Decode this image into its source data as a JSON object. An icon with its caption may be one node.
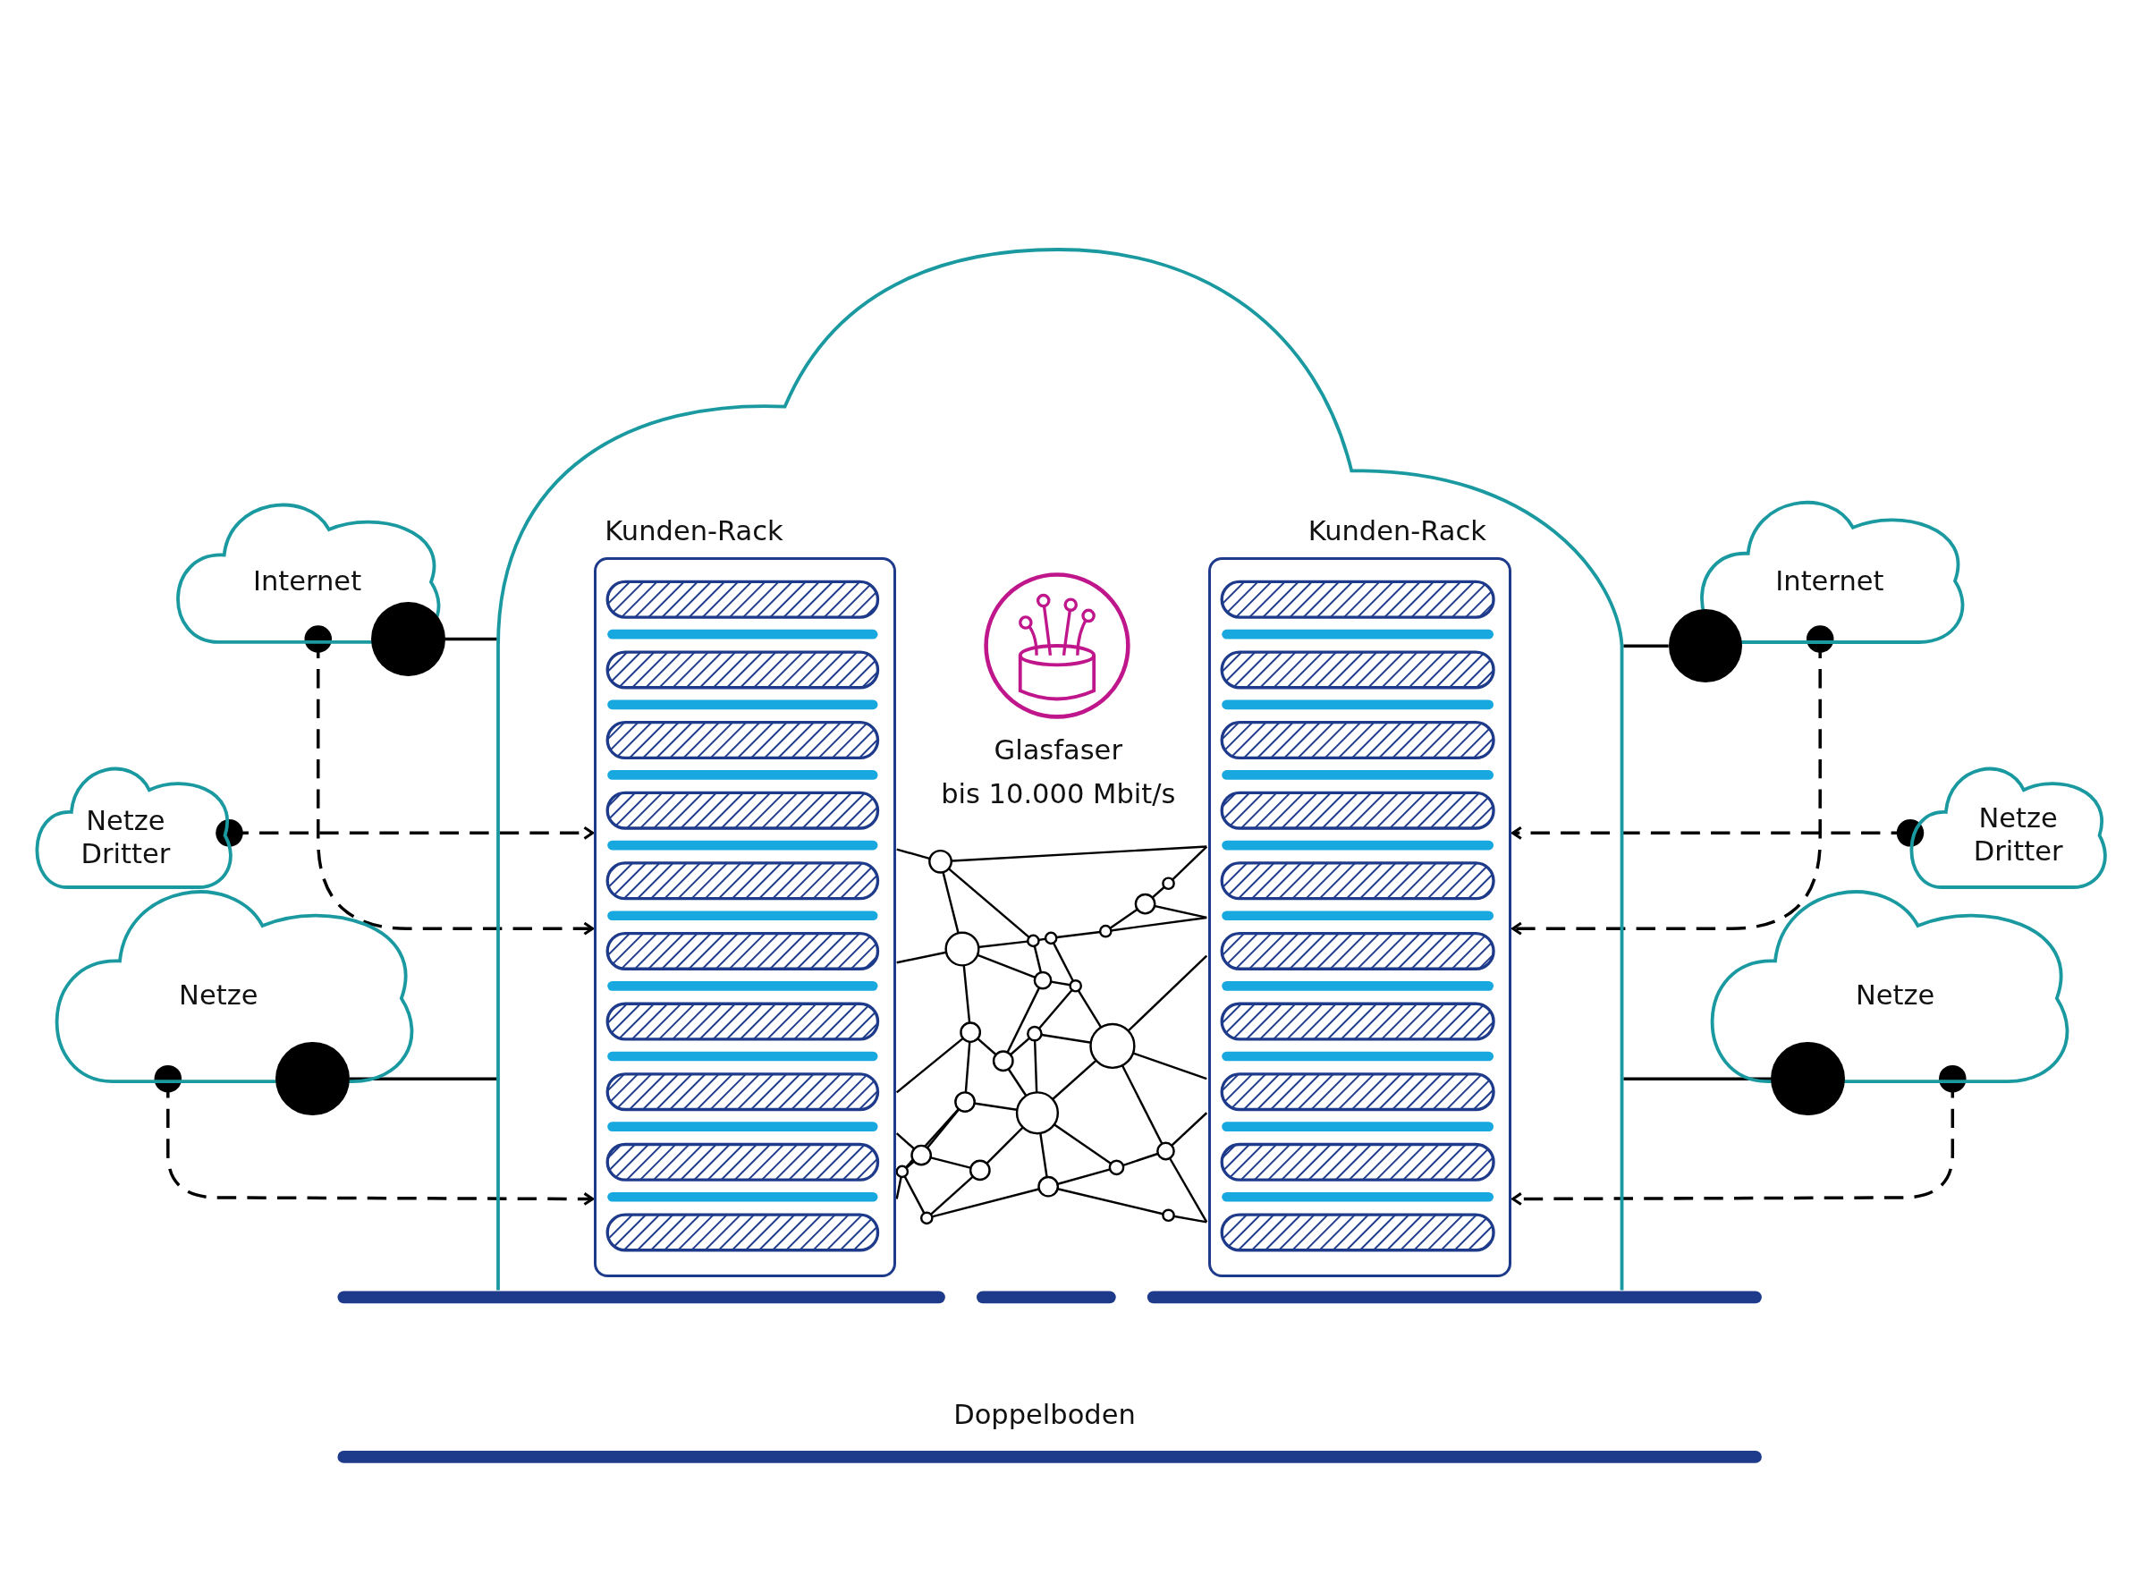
{
  "diagram": {
    "nodes": [
      {
        "text": [],
        "shape": "cloud"
      },
      {
        "text": [
          "Kunden-Rack"
        ],
        "in": 0
      },
      {
        "text": [
          "Kunden-Rack"
        ],
        "in": 0
      },
      {
        "text": [
          "Internet"
        ]
      },
      {
        "text": [
          "Netze Dritter"
        ]
      },
      {
        "text": [
          "Netze"
        ]
      },
      {
        "text": [
          "Internet"
        ]
      },
      {
        "text": [
          "Netze Dritter"
        ]
      },
      {
        "text": [
          "Netze"
        ]
      },
      {
        "text": [],
        "shape": "circle"
      },
      {
        "text": [],
        "shape": "circle"
      },
      {
        "text": [],
        "shape": "circle"
      },
      {
        "text": [],
        "shape": "circle"
      }
    ],
    "edges": [
      {
        "from": 3,
        "to": 1,
        "arrow": "to",
        "style": "dashed"
      },
      {
        "from": 4,
        "to": 1,
        "arrow": "to",
        "style": "dashed"
      },
      {
        "from": 5,
        "to": 1,
        "arrow": "to",
        "style": "dashed"
      },
      {
        "from": 6,
        "to": 2,
        "arrow": "to",
        "style": "dashed"
      },
      {
        "from": 7,
        "to": 2,
        "arrow": "to",
        "style": "dashed"
      },
      {
        "from": 8,
        "to": 2,
        "arrow": "to",
        "style": "dashed"
      },
      {
        "from": 9,
        "to": 0,
        "arrow": "none"
      },
      {
        "from": 10,
        "to": 0,
        "arrow": "none"
      },
      {
        "from": 11,
        "to": 0,
        "arrow": "none"
      },
      {
        "from": 12,
        "to": 0,
        "arrow": "none"
      }
    ],
    "labels": [
      "Glasfaser bis 10.000 Mbit/s",
      "Doppelboden"
    ]
  }
}
